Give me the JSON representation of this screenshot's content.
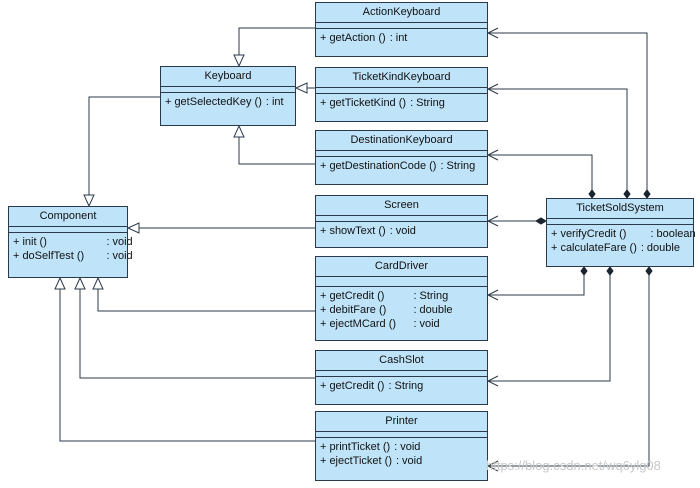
{
  "classes": {
    "action_keyboard": {
      "name": "ActionKeyboard",
      "ops": [
        {
          "vis": "+",
          "name": "getAction ()",
          "type": "int"
        }
      ]
    },
    "ticket_kind_keyboard": {
      "name": "TicketKindKeyboard",
      "ops": [
        {
          "vis": "+",
          "name": "getTicketKind ()",
          "type": "String"
        }
      ]
    },
    "destination_keyboard": {
      "name": "DestinationKeyboard",
      "ops": [
        {
          "vis": "+",
          "name": "getDestinationCode ()",
          "type": "String"
        }
      ]
    },
    "keyboard": {
      "name": "Keyboard",
      "ops": [
        {
          "vis": "+",
          "name": "getSelectedKey ()",
          "type": "int"
        }
      ]
    },
    "component": {
      "name": "Component",
      "ops": [
        {
          "vis": "+",
          "name": "init ()",
          "type": "void"
        },
        {
          "vis": "+",
          "name": "doSelfTest ()",
          "type": "void"
        }
      ]
    },
    "screen": {
      "name": "Screen",
      "ops": [
        {
          "vis": "+",
          "name": "showText ()",
          "type": "void"
        }
      ]
    },
    "card_driver": {
      "name": "CardDriver",
      "ops": [
        {
          "vis": "+",
          "name": "getCredit ()",
          "type": "String"
        },
        {
          "vis": "+",
          "name": "debitFare ()",
          "type": "double"
        },
        {
          "vis": "+",
          "name": "ejectMCard ()",
          "type": "void"
        }
      ]
    },
    "cash_slot": {
      "name": "CashSlot",
      "ops": [
        {
          "vis": "+",
          "name": "getCredit ()",
          "type": "String"
        }
      ]
    },
    "printer": {
      "name": "Printer",
      "ops": [
        {
          "vis": "+",
          "name": "printTicket ()",
          "type": "void"
        },
        {
          "vis": "+",
          "name": "ejectTicket ()",
          "type": "void"
        }
      ]
    },
    "ticket_sold_system": {
      "name": "TicketSoldSystem",
      "ops": [
        {
          "vis": "+",
          "name": "verifyCredit ()",
          "type": "boolean"
        },
        {
          "vis": "+",
          "name": "calculateFare ()",
          "type": "double"
        }
      ]
    }
  },
  "watermark": "https://blog.csdn.net/wq6ylg08",
  "colors": {
    "class_fill": "#bfe4f9",
    "line": "#2b3a4a"
  }
}
